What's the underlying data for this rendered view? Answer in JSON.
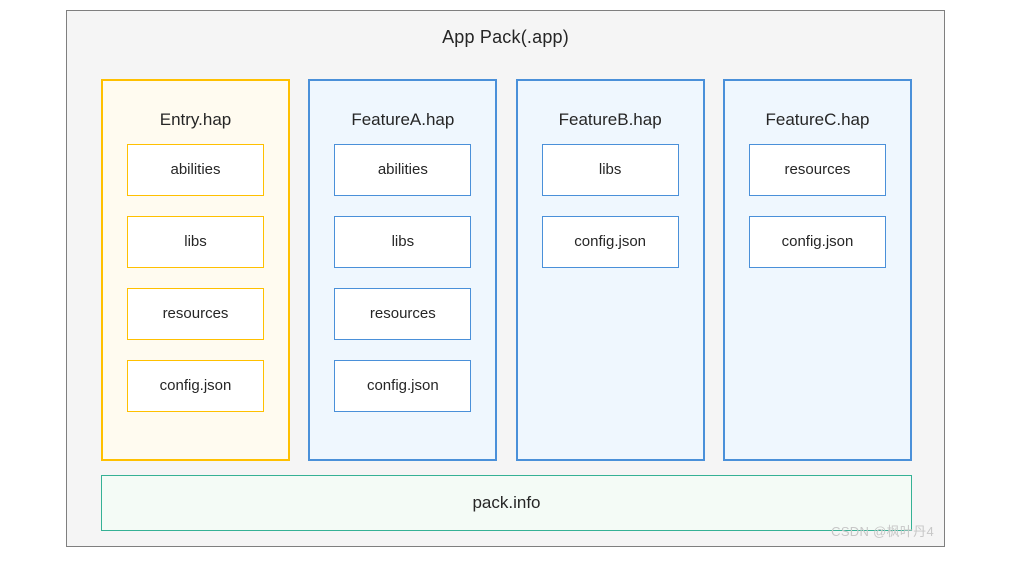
{
  "diagram": {
    "title": "App Pack(.app)",
    "colors": {
      "frame_border": "#7f7f7f",
      "frame_fill": "#f5f5f5",
      "entry_border": "#ffc000",
      "entry_fill": "#fffbf0",
      "feature_border": "#4a90d9",
      "feature_fill": "#eff7fe",
      "packinfo_border": "#35b195",
      "packinfo_fill": "#f4fbf6",
      "item_fill": "#ffffff",
      "text": "#262626",
      "watermark": "#c7c7c7"
    },
    "columns": [
      {
        "title": "Entry.hap",
        "accent": "yellow",
        "items": [
          "abilities",
          "libs",
          "resources",
          "config.json"
        ]
      },
      {
        "title": "FeatureA.hap",
        "accent": "blue",
        "items": [
          "abilities",
          "libs",
          "resources",
          "config.json"
        ]
      },
      {
        "title": "FeatureB.hap",
        "accent": "blue",
        "items": [
          "libs",
          "config.json"
        ]
      },
      {
        "title": "FeatureC.hap",
        "accent": "blue",
        "items": [
          "resources",
          "config.json"
        ]
      }
    ],
    "footer": {
      "label": "pack.info"
    },
    "watermark": "CSDN @枫叶丹4"
  }
}
